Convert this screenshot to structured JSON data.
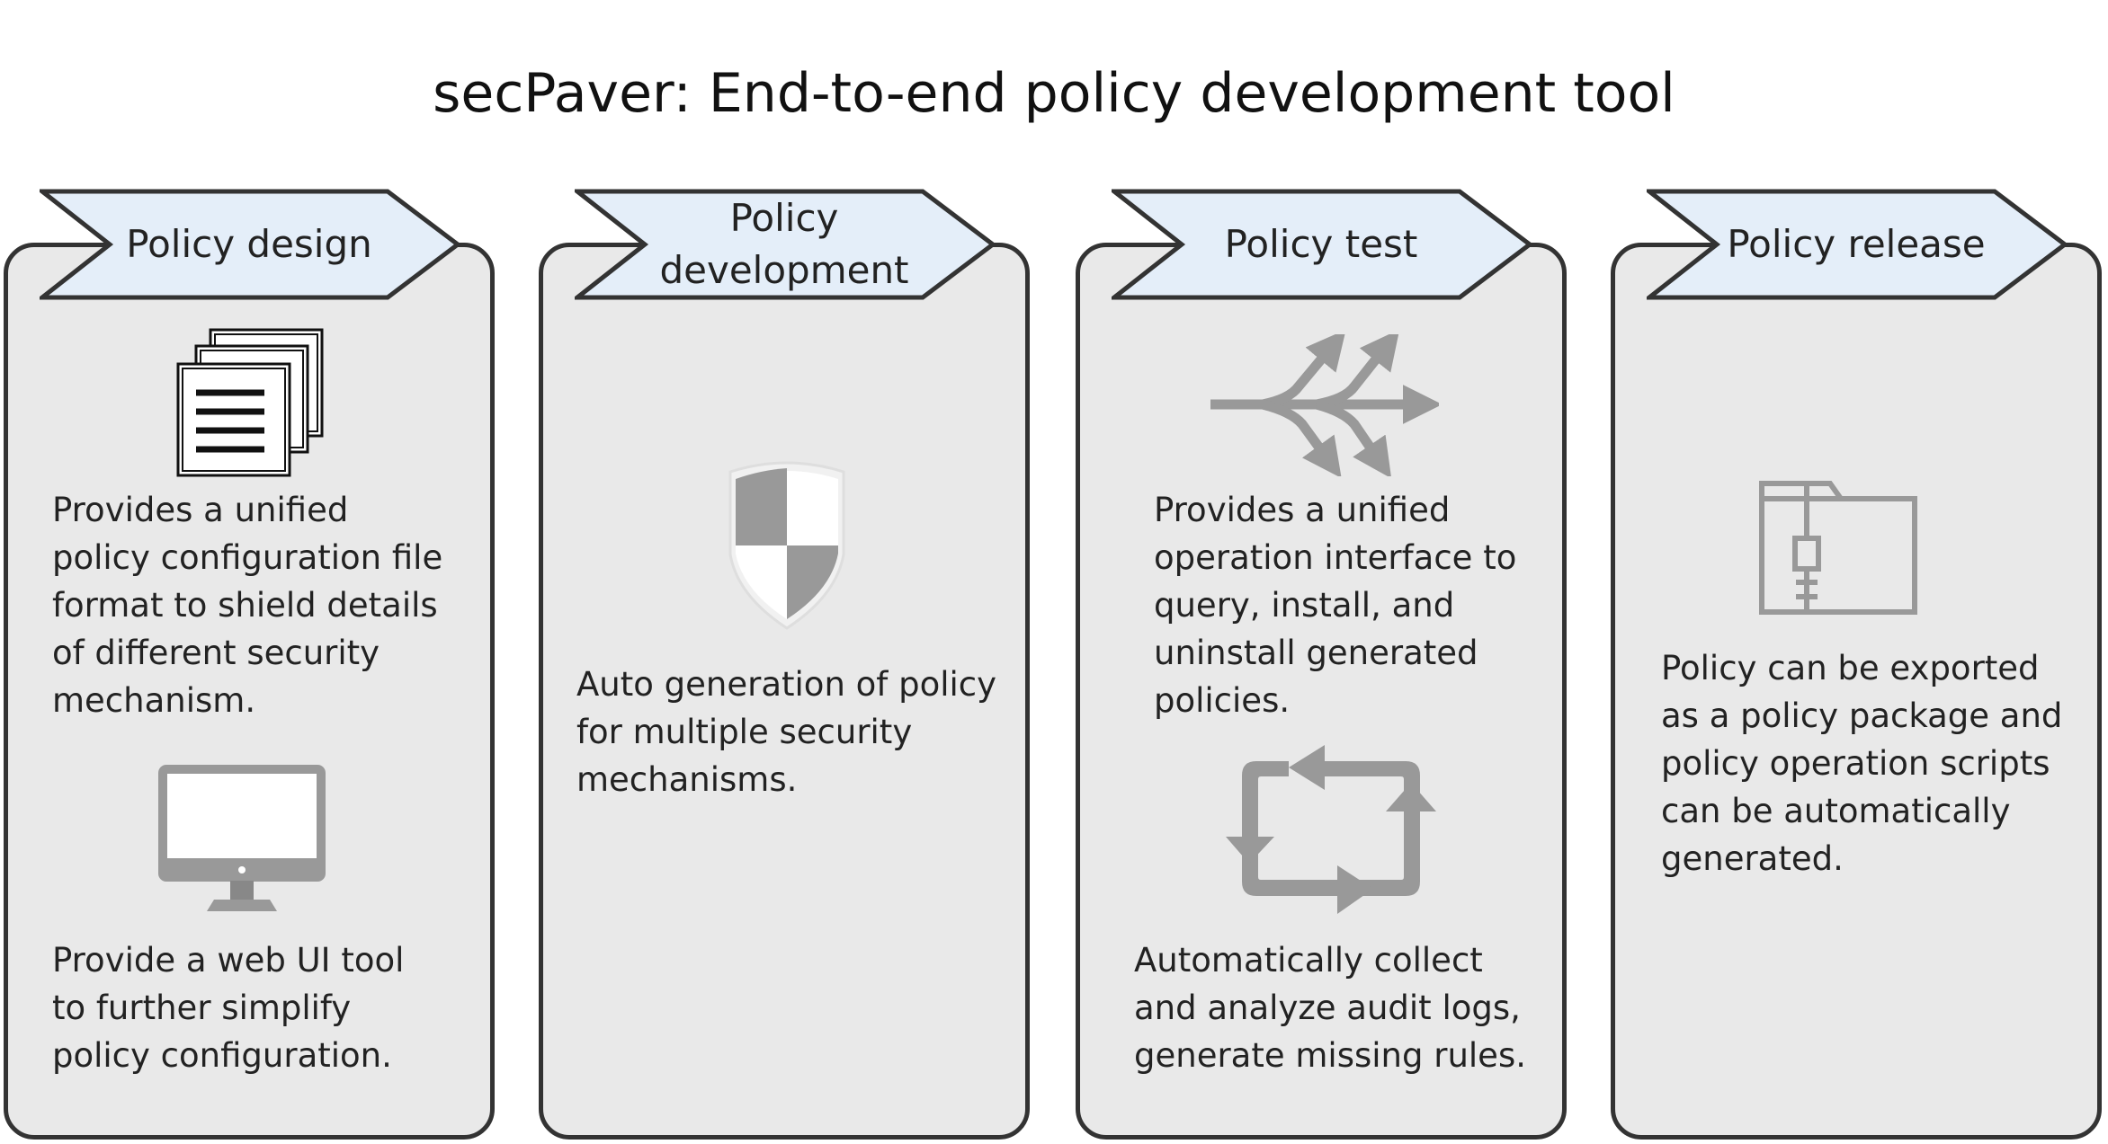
{
  "title": "secPaver: End-to-end policy development tool",
  "colors": {
    "panel_fill": "#e9e9e9",
    "panel_border": "#333333",
    "chevron_fill": "#e4eef9",
    "chevron_border": "#333333",
    "icon_gray": "#999999"
  },
  "stages": [
    {
      "label": "Policy design",
      "items": [
        {
          "icon": "documents-icon",
          "text": "Provides a unified policy configuration file format to shield details of different security mechanism."
        },
        {
          "icon": "monitor-icon",
          "text": "Provide a web UI tool to further simplify policy configuration."
        }
      ]
    },
    {
      "label": "Policy development",
      "items": [
        {
          "icon": "shield-icon",
          "text": "Auto generation of policy for multiple security mechanisms."
        }
      ]
    },
    {
      "label": "Policy test",
      "items": [
        {
          "icon": "branching-arrows-icon",
          "text": "Provides a unified operation interface to query, install, and uninstall generated policies."
        },
        {
          "icon": "cycle-arrows-icon",
          "text": "Automatically collect and analyze audit logs, generate missing rules."
        }
      ]
    },
    {
      "label": "Policy release",
      "items": [
        {
          "icon": "zip-folder-icon",
          "text": "Policy can be exported as a policy package and policy operation scripts can be automatically generated."
        }
      ]
    }
  ]
}
